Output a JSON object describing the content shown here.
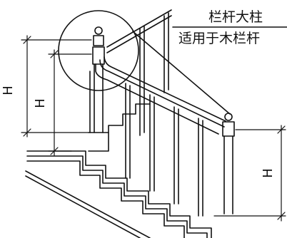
{
  "labels": {
    "title_line1": "栏杆大柱",
    "title_line2": "适用于木栏杆",
    "height_left_outer": "H",
    "height_left_inner": "H",
    "height_right": "H"
  },
  "colors": {
    "line": "#111111",
    "background": "#ffffff"
  }
}
